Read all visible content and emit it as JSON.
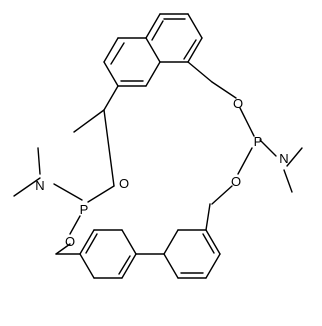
{
  "molecule": {
    "atom_labels": {
      "o_top_right": "O",
      "o_top_left": "O",
      "p_right": "P",
      "n_right": "N",
      "o_mid_right": "O",
      "n_left": "N",
      "p_left": "P",
      "o_bottom_left": "O"
    }
  }
}
